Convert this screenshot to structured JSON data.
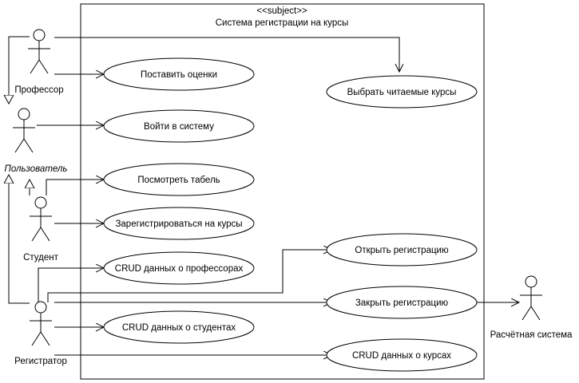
{
  "system": {
    "stereotype": "<<subject>>",
    "name": "Система регистрации на курсы"
  },
  "actors": {
    "professor": "Профессор",
    "user": "Пользователь",
    "student": "Студент",
    "registrar": "Регистратор",
    "billing": "Расчётная система"
  },
  "use_cases": {
    "grade": "Поставить оценки",
    "select_courses": "Выбрать читаемые курсы",
    "login": "Войти в систему",
    "view_transcript": "Посмотреть табель",
    "register_courses": "Зарегистрироваться на курсы",
    "crud_professors": "CRUD данных о профессорах",
    "open_registration": "Открыть регистрацию",
    "close_registration": "Закрыть регистрацию",
    "crud_students": "CRUD данных о студентах",
    "crud_courses": "CRUD данных о курсах"
  }
}
